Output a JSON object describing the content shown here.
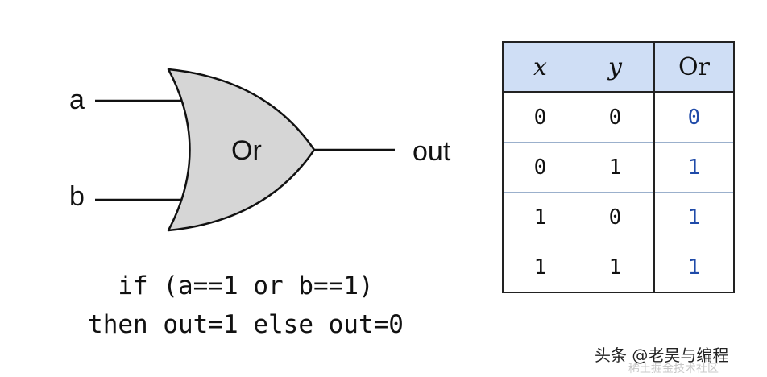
{
  "gate": {
    "input_a_label": "a",
    "input_b_label": "b",
    "body_label": "Or",
    "output_label": "out",
    "fill_color": "#d6d6d6"
  },
  "code": {
    "line1": "if (a==1 or b==1)",
    "line2": "then out=1 else out=0"
  },
  "truth_table": {
    "headers": [
      "x",
      "y",
      "Or"
    ],
    "header_background": "#cfdef5",
    "result_color": "#1f4aa8",
    "rows": [
      [
        "0",
        "0",
        "0"
      ],
      [
        "0",
        "1",
        "1"
      ],
      [
        "1",
        "0",
        "1"
      ],
      [
        "1",
        "1",
        "1"
      ]
    ]
  },
  "watermark": {
    "text": "头条 @老吴与编程",
    "subtext": "稀土掘金技术社区"
  }
}
